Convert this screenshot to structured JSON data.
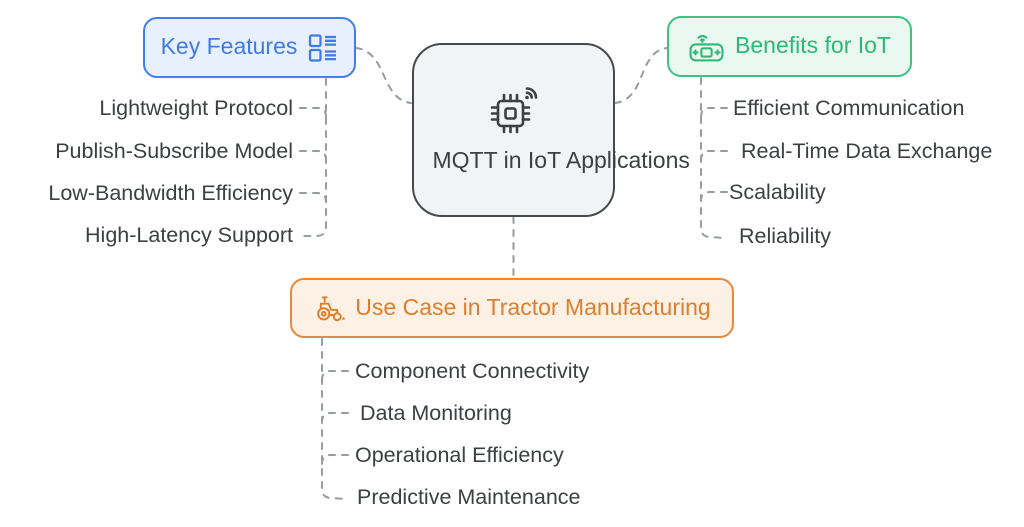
{
  "central": {
    "label": "MQTT in IoT Applications",
    "icon": "chip-wifi-icon"
  },
  "branches": {
    "key_features": {
      "label": "Key Features",
      "icon": "layout-list-icon",
      "accent_color": "#4080EE",
      "fill_color": "#E8F0FD",
      "items": [
        "Lightweight Protocol",
        "Publish-Subscribe Model",
        "Low-Bandwidth Efficiency",
        "High-Latency Support"
      ]
    },
    "benefits": {
      "label": "Benefits for IoT",
      "icon": "iot-device-icon",
      "accent_color": "#3EC282",
      "fill_color": "#E9F8F0",
      "items": [
        "Efficient Communication",
        "Real-Time Data Exchange",
        "Scalability",
        "Reliability"
      ]
    },
    "use_case": {
      "label": "Use Case in Tractor Manufacturing",
      "icon": "tractor-icon",
      "accent_color": "#E8893C",
      "fill_color": "#FCF1E4",
      "items": [
        "Component Connectivity",
        "Data Monitoring",
        "Operational Efficiency",
        "Predictive Maintenance"
      ]
    }
  },
  "style": {
    "central_border": "#46494D",
    "central_fill": "#F1F3F4",
    "leaf_text_color": "#3C4043",
    "connector_color": "#979CA1",
    "connector_style": "dashed"
  }
}
